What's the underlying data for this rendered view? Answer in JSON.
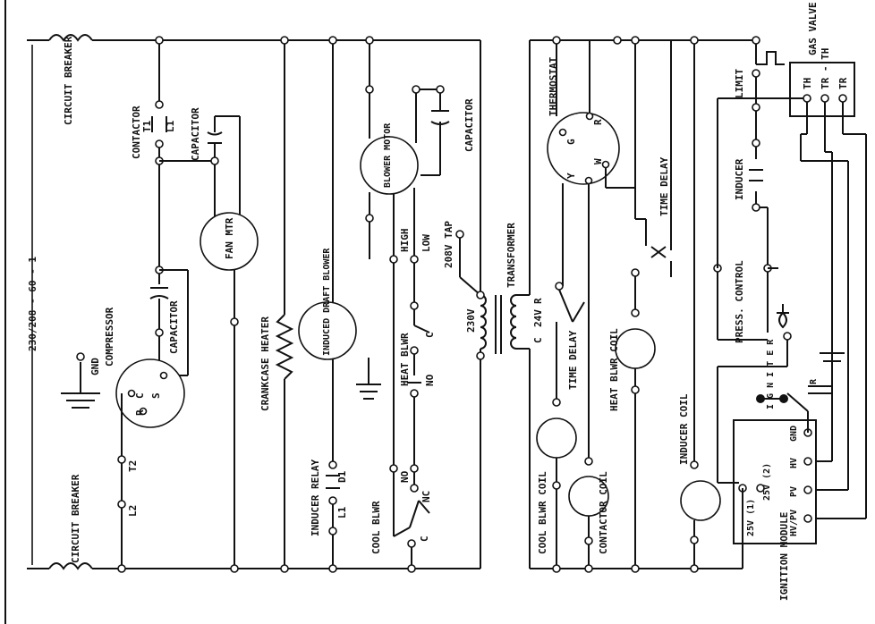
{
  "labels": {
    "supply": "230/208 - 60 - 1",
    "circuit_breaker_top": "CIRCUIT BREAKER",
    "circuit_breaker_bottom": "CIRCUIT BREAKER",
    "gnd": "GND",
    "compressor": "COMPRESSOR",
    "comp_c": "C",
    "comp_r": "R",
    "comp_s": "S",
    "t1": "T1",
    "l1_top": "L1",
    "t2": "T2",
    "l2": "L2",
    "contactor": "CONTACTOR",
    "capacitor_fan": "CAPACITOR",
    "capacitor_comp": "CAPACITOR",
    "fan_mtr": "FAN MTR",
    "crankcase_heater": "CRANKCASE HEATER",
    "induced_draft_blower": "INDUCED DRAFT BLOWER",
    "inducer_relay": "INDUCER RELAY",
    "l1_relay": "L1",
    "d1": "D1",
    "blower_motor": "BLOWER MOTOR",
    "high": "HIGH",
    "low": "LOW",
    "capacitor_blower": "CAPACITOR",
    "heat_blwr": "HEAT BLWR",
    "hb_c": "C",
    "hb_no": "NO",
    "cool_blwr": "COOL BLWR",
    "cb_c": "C",
    "cb_no": "NO",
    "cb_nc": "NC",
    "tap_200v": "208V TAP",
    "v230": "230V",
    "transformer": "TRANSFORMER",
    "tr_c": "C",
    "tr_24v": "24V",
    "tr_r": "R",
    "thermostat": "THERMOSTAT",
    "th_g": "G",
    "th_r": "R",
    "th_y": "Y",
    "th_w": "W",
    "time_delay_1": "TIME DELAY",
    "time_delay_2": "TIME DELAY",
    "heat_blwr_coil": "HEAT BLWR COIL",
    "cool_blwr_coil": "COOL BLWR COIL",
    "contactor_coil": "CONTACTOR COIL",
    "inducer_coil": "INDUCER COIL",
    "limit": "LIMIT",
    "inducer": "INDUCER",
    "press_control": "PRESS. CONTROL",
    "gas_valve": "GAS VALVE",
    "gv_th": "TH",
    "gv_tr_th": "TR - TH",
    "gv_tr": "TR",
    "ignition_module": "IGNITION MODULE",
    "im_25v_1": "25V (1)",
    "im_25v_2": "25V (2)",
    "im_hv_pv": "HV/PV",
    "im_pv": "PV",
    "im_hv": "HV",
    "im_gnd": "GND",
    "im_igniter": "I G N I T E R",
    "im_r": "R"
  }
}
